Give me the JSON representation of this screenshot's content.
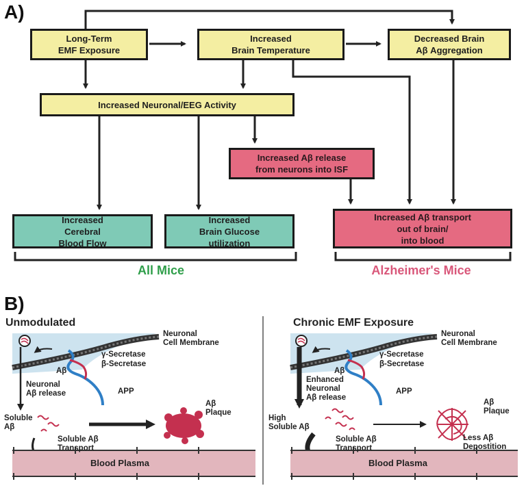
{
  "panel_a": {
    "label": "A)",
    "boxes": {
      "emf": "Long-Term\nEMF Exposure",
      "temp": "Increased\nBrain Temperature",
      "aggregation": "Decreased Brain\nAβ Aggregation",
      "neuronal": "Increased Neuronal/EEG Activity",
      "release": "Increased Aβ release\nfrom neurons into ISF",
      "blood_flow": "Increased\nCerebral\nBlood Flow",
      "glucose": "Increased\nBrain Glucose\nutilization",
      "transport": "Increased Aβ transport\nout of brain/\ninto blood"
    },
    "groups": {
      "all_mice": "All Mice",
      "alz_mice": "Alzheimer's Mice"
    },
    "colors": {
      "yellow_box": "#f4eea2",
      "pink_box": "#e56a81",
      "teal_box": "#7fcab6",
      "all_mice_text": "#2f9e4a",
      "alz_mice_text": "#d9577a"
    }
  },
  "panel_b": {
    "label": "B)",
    "left": {
      "title": "Unmodulated",
      "membrane": "Neuronal\nCell Membrane",
      "gamma": "γ-Secretase",
      "beta": "β-Secretase",
      "abeta": "Aβ",
      "release": "Neuronal\nAβ release",
      "app": "APP",
      "soluble": "Soluble\nAβ",
      "plaque": "Aβ\nPlaque",
      "transport": "Soluble Aβ\nTransport",
      "plasma": "Blood Plasma"
    },
    "right": {
      "title": "Chronic EMF Exposure",
      "membrane": "Neuronal\nCell Membrane",
      "gamma": "γ-Secretase",
      "beta": "β-Secretase",
      "abeta": "Aβ",
      "release": "Enhanced\nNeuronal\nAβ release",
      "app": "APP",
      "soluble": "High\nSoluble Aβ",
      "plaque": "Aβ\nPlaque",
      "deposition": "Less Aβ\nDepostition",
      "transport": "Soluble Aβ\nTransport",
      "plasma": "Blood Plasma"
    },
    "colors": {
      "cell_bg": "#cde3ef",
      "plasma": "#e2b6bd",
      "app": "#2f7fc6",
      "abeta": "#c4304f"
    }
  }
}
